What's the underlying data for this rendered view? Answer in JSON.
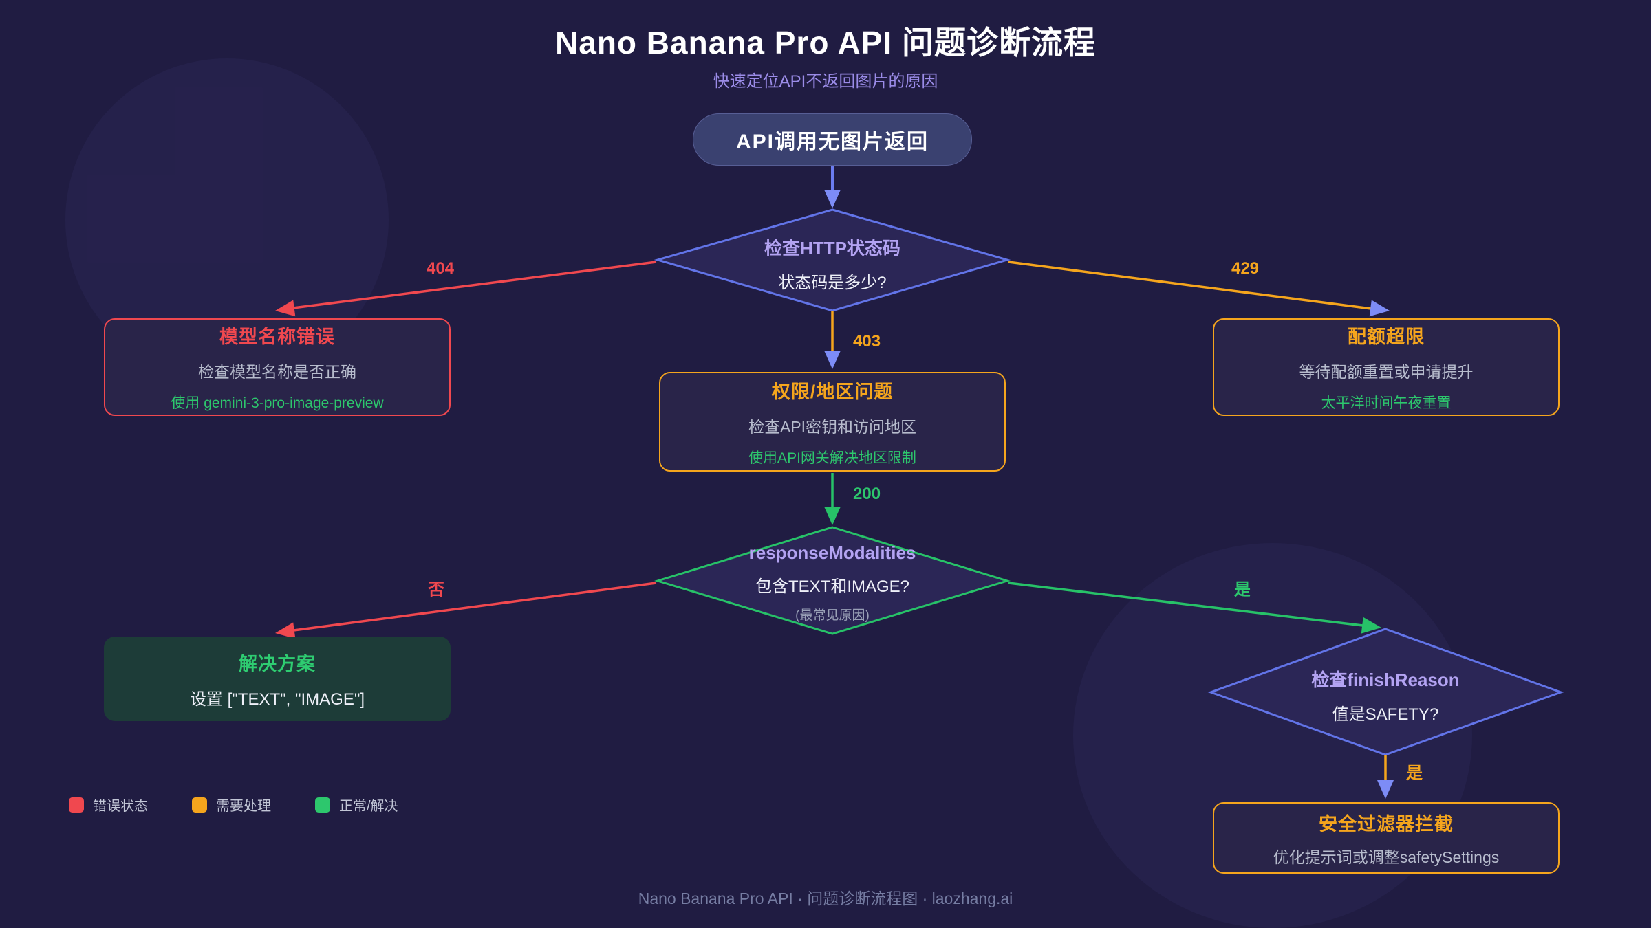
{
  "page": {
    "title": "Nano Banana Pro API 问题诊断流程",
    "subtitle": "快速定位API不返回图片的原因",
    "footer": "Nano Banana Pro API · 问题诊断流程图 · laozhang.ai"
  },
  "flow": {
    "start": {
      "label": "API调用无图片返回"
    },
    "decision_http": {
      "title": "检查HTTP状态码",
      "question": "状态码是多少?"
    },
    "node_404": {
      "title": "模型名称错误",
      "desc": "检查模型名称是否正确",
      "hint": "使用 gemini-3-pro-image-preview"
    },
    "node_403": {
      "title": "权限/地区问题",
      "desc": "检查API密钥和访问地区",
      "hint": "使用API网关解决地区限制"
    },
    "node_429": {
      "title": "配额超限",
      "desc": "等待配额重置或申请提升",
      "hint": "太平洋时间午夜重置"
    },
    "decision_modalities": {
      "title": "responseModalities",
      "question": "包含TEXT和IMAGE?",
      "note": "(最常见原因)"
    },
    "node_solution": {
      "title": "解决方案",
      "desc": "设置 [\"TEXT\", \"IMAGE\"]"
    },
    "decision_finish": {
      "title": "检查finishReason",
      "question": "值是SAFETY?"
    },
    "node_safety": {
      "title": "安全过滤器拦截",
      "desc": "优化提示词或调整safetySettings"
    },
    "labels": {
      "e404": "404",
      "e403": "403",
      "e429": "429",
      "e200": "200",
      "e_no": "否",
      "e_yes": "是",
      "e_yes2": "是"
    }
  },
  "legend": {
    "items": [
      {
        "label": "错误状态",
        "color": "#f0484f"
      },
      {
        "label": "需要处理",
        "color": "#f5a51d"
      },
      {
        "label": "正常/解决",
        "color": "#2dc76d"
      }
    ]
  },
  "colors": {
    "background": "#201c42",
    "node_fill": "#292449",
    "diamond_fill": "#2b2656",
    "diamond_stroke": "#6274e8",
    "error_red": "#f0484f",
    "warning_orange": "#f5a51d",
    "ok_green": "#2dc76d",
    "arrow_blue": "#7d8cf6",
    "heading_purple": "#b3a3f2",
    "solution_fill": "#1d3c38"
  }
}
